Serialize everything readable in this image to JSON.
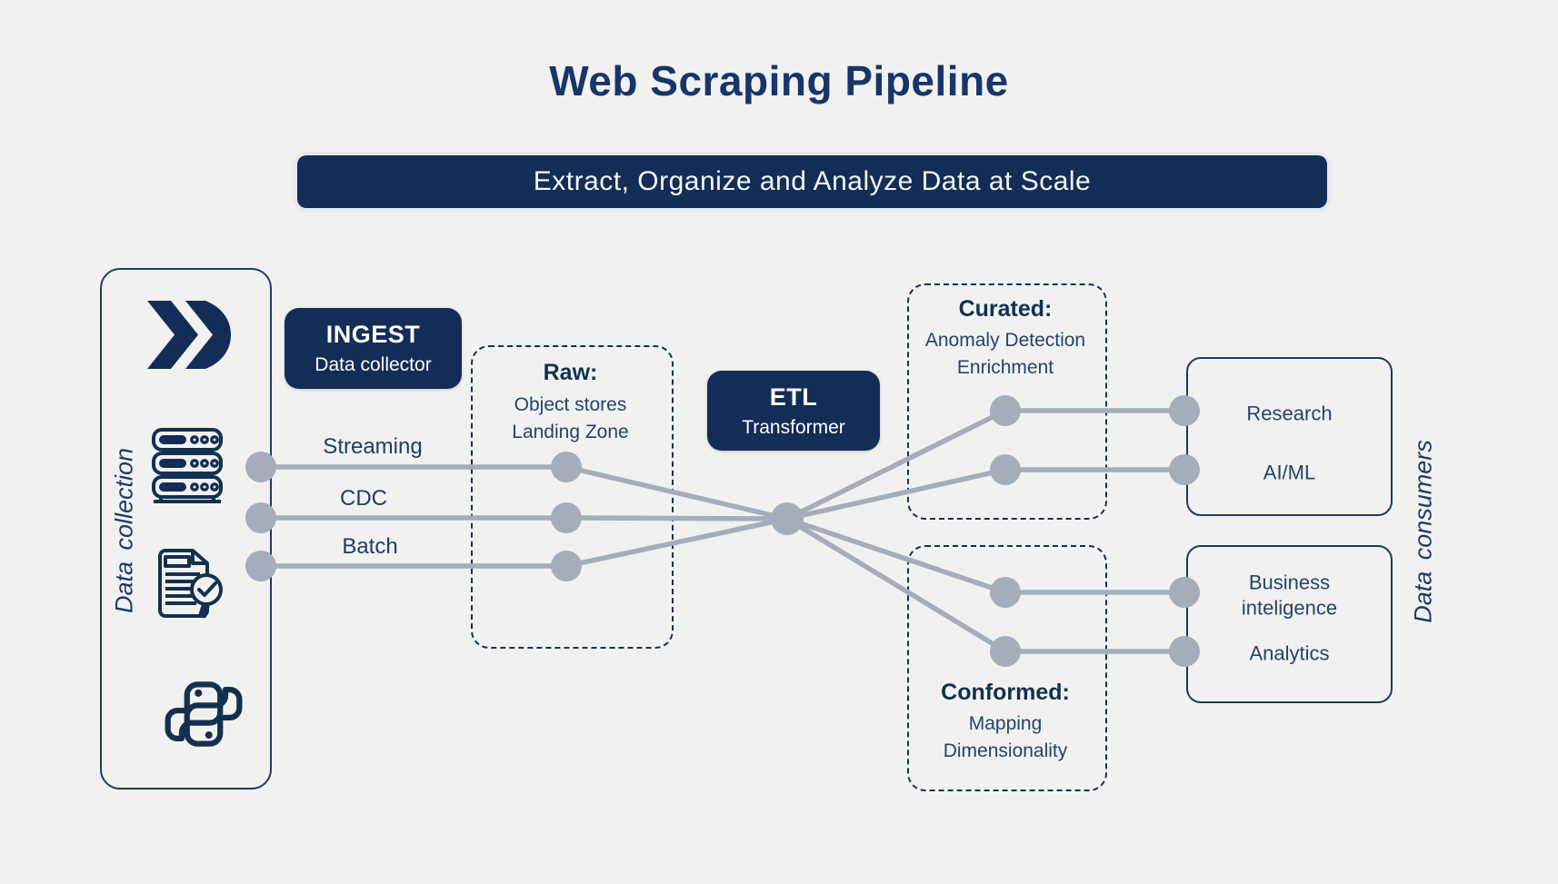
{
  "title": "Web Scraping Pipeline",
  "banner": {
    "label": "Extract, Organize and Analyze Data at Scale"
  },
  "colors": {
    "navy": "#132d56",
    "text_navy": "#1d3a66",
    "connector_gray": "#a6adba",
    "background": "#f1f2f0"
  },
  "data_collection": {
    "label": "Data collection",
    "icons": [
      "fast-forward-icon",
      "server-stack-icon",
      "document-search-icon",
      "python-icon"
    ]
  },
  "ingest": {
    "title": "INGEST",
    "subtitle": "Data collector"
  },
  "channels": {
    "streaming": "Streaming",
    "cdc": "CDC",
    "batch": "Batch"
  },
  "raw": {
    "title": "Raw:",
    "line1": "Object stores",
    "line2": "Landing Zone"
  },
  "etl": {
    "title": "ETL",
    "subtitle": "Transformer"
  },
  "curated": {
    "title": "Curated:",
    "line1": "Anomaly Detection",
    "line2": "Enrichment"
  },
  "conformed": {
    "title": "Conformed:",
    "line1": "Mapping",
    "line2": "Dimensionality"
  },
  "consumers": {
    "label": "Data consumers",
    "research": "Research",
    "ai_ml": "AI/ML",
    "business_intelligence": "Business inteligence",
    "analytics": "Analytics"
  }
}
